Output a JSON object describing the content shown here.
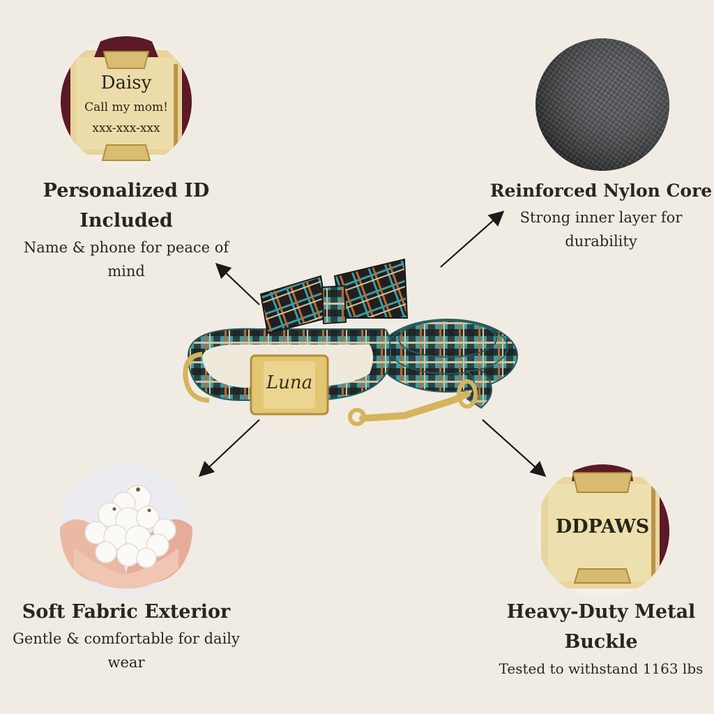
{
  "colors": {
    "background": "#f1ece3",
    "text": "#2b2521",
    "gold": "#e6d197",
    "plaid_teal": "#3f9ba0",
    "plaid_dark": "#1f1f1f",
    "plaid_orange": "#b86a35"
  },
  "id_tag": {
    "name": "Daisy",
    "line1": "Call my mom!",
    "line2": "xxx-xxx-xxx"
  },
  "buckle_tag": {
    "brand": "DDPAWS"
  },
  "collar_buckle": {
    "name": "Luna"
  },
  "features": {
    "personalized": {
      "title_line1": "Personalized ID",
      "title_line2": "Included",
      "desc_line1": "Name & phone for peace of",
      "desc_line2": "mind"
    },
    "nylon": {
      "title": "Reinforced Nylon Core",
      "desc_line1": "Strong inner layer for",
      "desc_line2": "durability"
    },
    "fabric": {
      "title": "Soft Fabric Exterior",
      "desc_line1": "Gentle & comfortable for daily",
      "desc_line2": "wear"
    },
    "buckle": {
      "title_line1": "Heavy-Duty Metal",
      "title_line2": "Buckle",
      "desc": "Tested to withstand 1163 lbs"
    }
  },
  "images": {
    "id_tag_image": "engraved-gold-id-tag",
    "nylon_image": "nylon-weave-texture",
    "cotton_image": "hands-holding-cotton",
    "buckle_image": "engraved-gold-buckle",
    "product_image": "plaid-collar-bowtie-leash"
  }
}
